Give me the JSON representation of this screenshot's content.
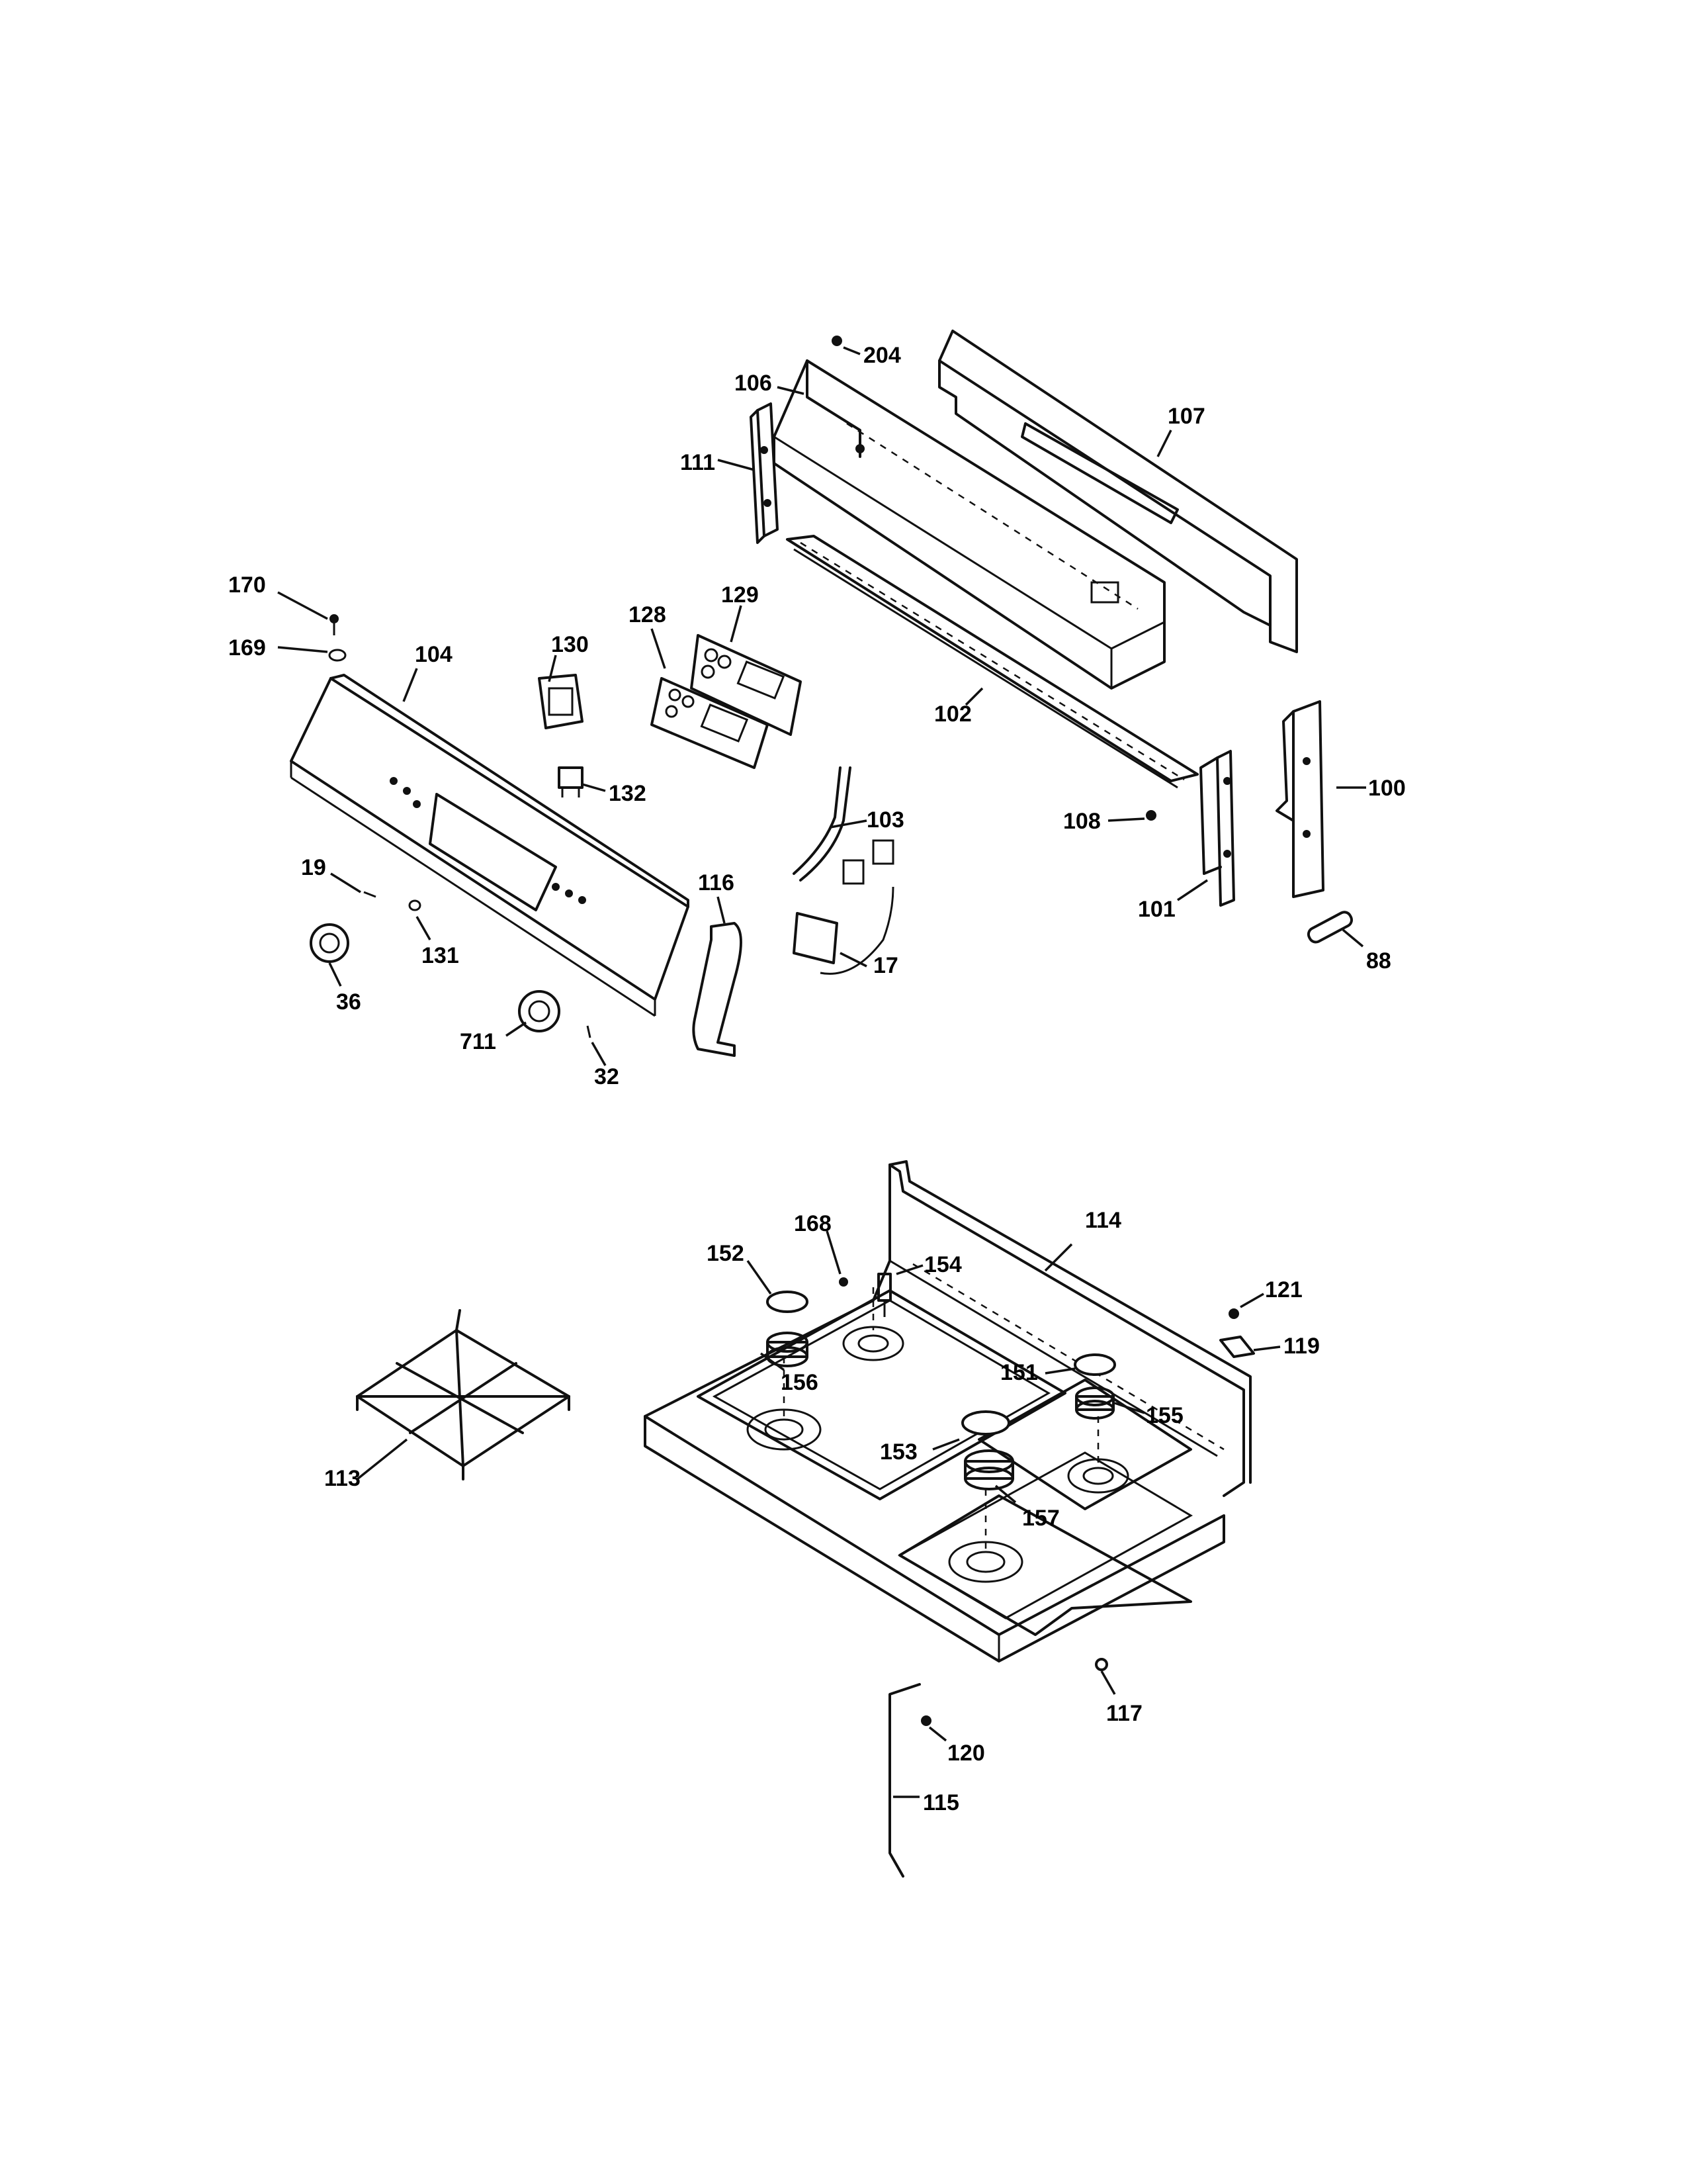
{
  "labels": {
    "l204": "204",
    "l106": "106",
    "l107": "107",
    "l111": "111",
    "l170": "170",
    "l169": "169",
    "l104": "104",
    "l130": "130",
    "l128": "128",
    "l129": "129",
    "l102": "102",
    "l132": "132",
    "l103": "103",
    "l108": "108",
    "l100": "100",
    "l101": "101",
    "l88": "88",
    "l19": "19",
    "l131": "131",
    "l36": "36",
    "l116": "116",
    "l17": "17",
    "l711": "711",
    "l32": "32",
    "l114": "114",
    "l168": "168",
    "l152": "152",
    "l154": "154",
    "l121": "121",
    "l119": "119",
    "l156": "156",
    "l151": "151",
    "l155": "155",
    "l113": "113",
    "l153": "153",
    "l157": "157",
    "l117": "117",
    "l120": "120",
    "l115": "115"
  }
}
